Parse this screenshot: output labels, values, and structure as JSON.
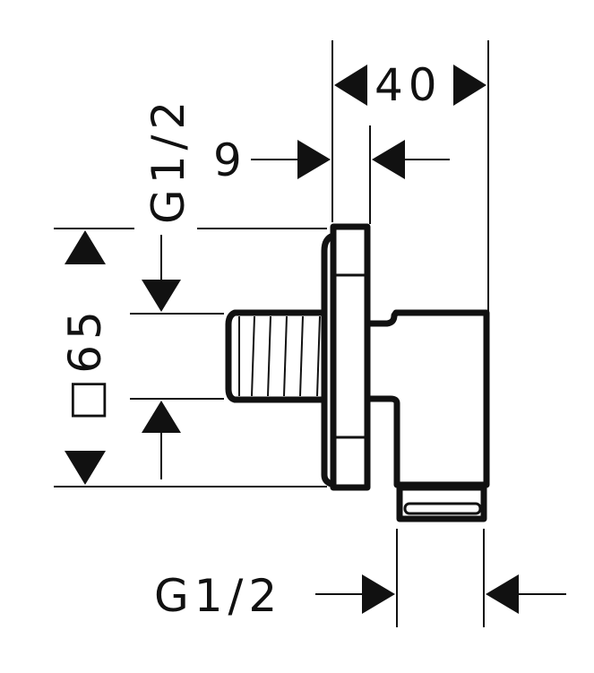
{
  "drawing": {
    "dim_width": "40",
    "dim_flange": "9",
    "dim_square": "□65",
    "thread_inlet": "G1/2",
    "thread_outlet": "G1/2"
  },
  "colors": {
    "line": "#111111",
    "background": "#ffffff"
  }
}
